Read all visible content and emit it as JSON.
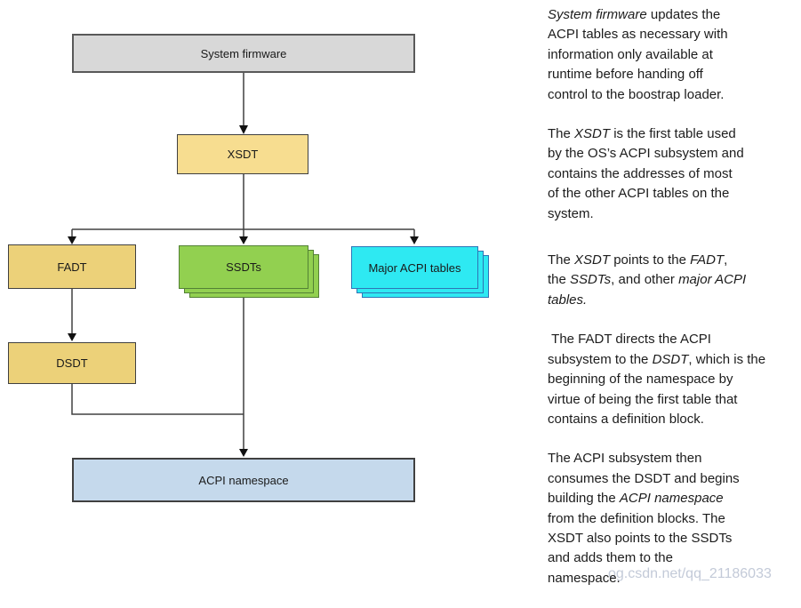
{
  "colors": {
    "gray_fill": "#d8d8d8",
    "gray_border": "#595959",
    "gold_light": "#f7dd90",
    "gold": "#ecd179",
    "green_fill": "#92d050",
    "green_border": "#538135",
    "cyan_fill": "#2ee9f2",
    "cyan_border": "#2e75b6",
    "blue_fill": "#c5d9ec",
    "dark": "#404040",
    "text": "#1c1c1c",
    "watermark_color": "#c3cad8"
  },
  "diagram": {
    "nodes": {
      "system_firmware": {
        "label": "System firmware"
      },
      "xsdt": {
        "label": "XSDT"
      },
      "fadt": {
        "label": "FADT"
      },
      "ssdts": {
        "label": "SSDTs"
      },
      "major_acpi_tables": {
        "label": "Major ACPI tables"
      },
      "dsdt": {
        "label": "DSDT"
      },
      "acpi_namespace": {
        "label": "ACPI namespace"
      }
    }
  },
  "annotations": {
    "paragraphs": [
      {
        "lines": [
          [
            {
              "t": "System firmware",
              "i": true
            },
            {
              "t": " updates the"
            }
          ],
          [
            {
              "t": "ACPI tables as necessary with"
            }
          ],
          [
            {
              "t": "information only available at"
            }
          ],
          [
            {
              "t": "runtime before handing off"
            }
          ],
          [
            {
              "t": "control to the boostrap loader."
            }
          ]
        ]
      },
      {
        "lines": [
          [
            {
              "t": "The "
            },
            {
              "t": "XSDT",
              "i": true
            },
            {
              "t": " is the first table used"
            }
          ],
          [
            {
              "t": "by the OS’s ACPI subsystem and"
            }
          ],
          [
            {
              "t": "contains the addresses of most"
            }
          ],
          [
            {
              "t": "of the other ACPI tables on the"
            }
          ],
          [
            {
              "t": "system."
            }
          ]
        ]
      },
      {
        "lines": [
          [
            {
              "t": "The "
            },
            {
              "t": "XSDT",
              "i": true
            },
            {
              "t": " points to the "
            },
            {
              "t": "FADT",
              "i": true
            },
            {
              "t": ","
            }
          ],
          [
            {
              "t": "the "
            },
            {
              "t": "SSDTs",
              "i": true
            },
            {
              "t": ", and other "
            },
            {
              "t": "major ACPI",
              "i": true
            }
          ],
          [
            {
              "t": "tables.",
              "i": true
            }
          ]
        ]
      },
      {
        "lines": [
          [
            {
              "t": " The FADT directs the ACPI"
            }
          ],
          [
            {
              "t": "subsystem to the "
            },
            {
              "t": "DSDT",
              "i": true
            },
            {
              "t": ", which is the"
            }
          ],
          [
            {
              "t": "beginning of the namespace by"
            }
          ],
          [
            {
              "t": "virtue of being the first table that"
            }
          ],
          [
            {
              "t": "contains a definition block."
            }
          ]
        ]
      },
      {
        "lines": [
          [
            {
              "t": "The ACPI subsystem then"
            }
          ],
          [
            {
              "t": "consumes the DSDT and begins"
            }
          ],
          [
            {
              "t": "building the "
            },
            {
              "t": "ACPI namespace",
              "i": true
            }
          ],
          [
            {
              "t": "from the definition blocks. The"
            }
          ],
          [
            {
              "t": "XSDT also points to the SSDTs"
            }
          ],
          [
            {
              "t": "and adds them to the"
            }
          ],
          [
            {
              "t": "namespace."
            }
          ]
        ]
      }
    ]
  },
  "watermark": "og.csdn.net/qq_21186033"
}
